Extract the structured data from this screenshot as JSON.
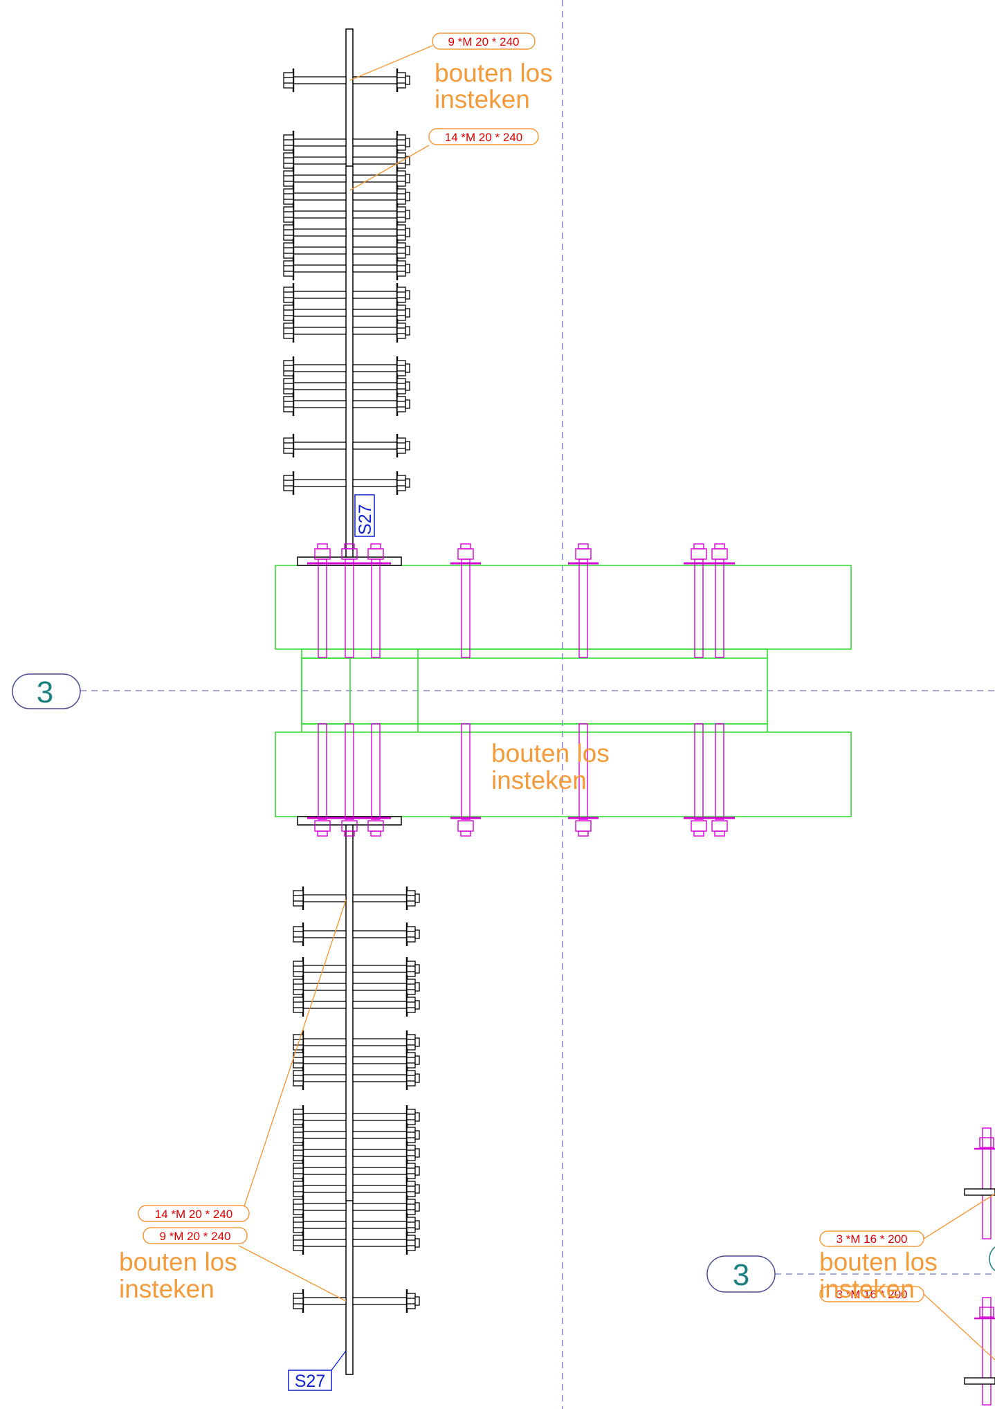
{
  "drawing": {
    "grid_axes": [
      {
        "id": "axis-left",
        "label": "3"
      },
      {
        "id": "axis-right",
        "label": "3"
      }
    ],
    "bolt_tags": [
      {
        "id": "tag-top-1",
        "text": "9 *M 20 * 240"
      },
      {
        "id": "tag-top-2",
        "text": "14 *M 20 * 240"
      },
      {
        "id": "tag-bottom-1",
        "text": "14 *M 20 * 240"
      },
      {
        "id": "tag-bottom-2",
        "text": "9 *M 20 * 240"
      },
      {
        "id": "tag-right-1",
        "text": "3 *M 16 * 200"
      },
      {
        "id": "tag-right-2",
        "text": "3 *M 16 * 200"
      }
    ],
    "notes": [
      {
        "id": "note-top",
        "line1": "bouten los",
        "line2": "insteken"
      },
      {
        "id": "note-center",
        "line1": "bouten los",
        "line2": "insteken"
      },
      {
        "id": "note-bottom",
        "line1": "bouten los",
        "line2": "insteken"
      },
      {
        "id": "note-right",
        "line1": "bouten los",
        "line2": "insteken"
      }
    ],
    "part_marks": [
      {
        "id": "mark-upper",
        "text": "S27"
      },
      {
        "id": "mark-lower",
        "text": "S27"
      }
    ],
    "colors": {
      "steel": "#000000",
      "bolt_magenta": "#d400d4",
      "timber_green": "#33dd33",
      "grid_line": "#7070c0",
      "tag_border": "#f39a3a",
      "tag_text": "#e00000",
      "note_text": "#f39a3a",
      "axis_text": "#1c7f80",
      "mark_blue": "#1020d0"
    }
  }
}
